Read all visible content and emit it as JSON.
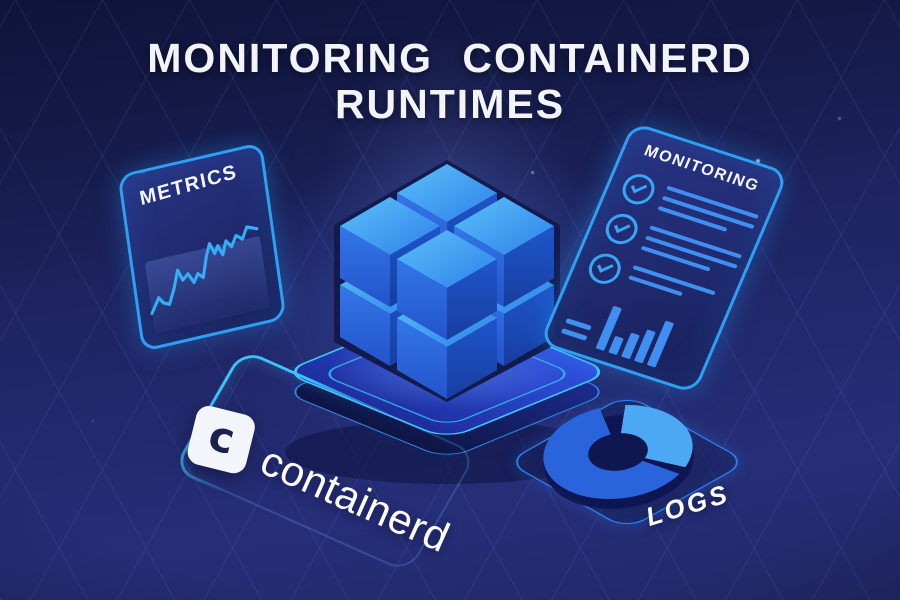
{
  "title": {
    "line1": "MONITORING CONTAINERD",
    "line2": "RUNTIMES"
  },
  "panels": {
    "metrics": {
      "label": "METRICS",
      "chart": {
        "type": "line",
        "points": [
          [
            0,
            70
          ],
          [
            9,
            56
          ],
          [
            13,
            62
          ],
          [
            19,
            65
          ],
          [
            26,
            50
          ],
          [
            32,
            33
          ],
          [
            36,
            44
          ],
          [
            42,
            39
          ],
          [
            47,
            49
          ],
          [
            52,
            41
          ],
          [
            57,
            46
          ],
          [
            63,
            26
          ],
          [
            68,
            14
          ],
          [
            72,
            25
          ],
          [
            76,
            18
          ],
          [
            80,
            28
          ],
          [
            85,
            15
          ],
          [
            90,
            22
          ],
          [
            96,
            12
          ],
          [
            102,
            17
          ],
          [
            108,
            6
          ],
          [
            118,
            10
          ]
        ],
        "line_color": "#35aef7"
      }
    },
    "monitoring": {
      "label": "MONITORING",
      "checklist": [
        {
          "icon": "check-circle-icon",
          "lines": 3
        },
        {
          "icon": "check-circle-icon",
          "lines": 3
        },
        {
          "icon": "check-circle-icon",
          "lines": 2
        }
      ],
      "bar_chart": {
        "type": "bar",
        "values": [
          46,
          18,
          26,
          34,
          48
        ],
        "bar_color": "#3f8ef0"
      }
    },
    "logs": {
      "label": "LOGS",
      "donut": {
        "type": "donut",
        "segments": [
          {
            "name": "highlight",
            "color": "#4da8f4",
            "sweep_deg": 110
          },
          {
            "name": "primary",
            "color": "#2a64dc",
            "sweep_deg": 221
          }
        ]
      }
    }
  },
  "brand": {
    "logo_letter": "c",
    "name": "containerd"
  },
  "icons": {
    "check_circle": "check-circle-icon",
    "line_chart": "line-chart-icon",
    "bar_chart": "bar-chart-icon",
    "donut_chart": "donut-chart-icon",
    "cube_stack": "cube-stack-icon",
    "containerd_logo": "containerd-logo-icon"
  },
  "colors": {
    "background": "#1e2562",
    "accent_border": "#2f9ff2",
    "cyan_edge": "#3ec6f9",
    "chart_line": "#35aef7",
    "list_line": "#3f8ef0",
    "cube_top": "#45a5f2",
    "cube_left": "#2b6ce2",
    "cube_right": "#1d4fc0",
    "title_text": "#f2f4fa"
  }
}
